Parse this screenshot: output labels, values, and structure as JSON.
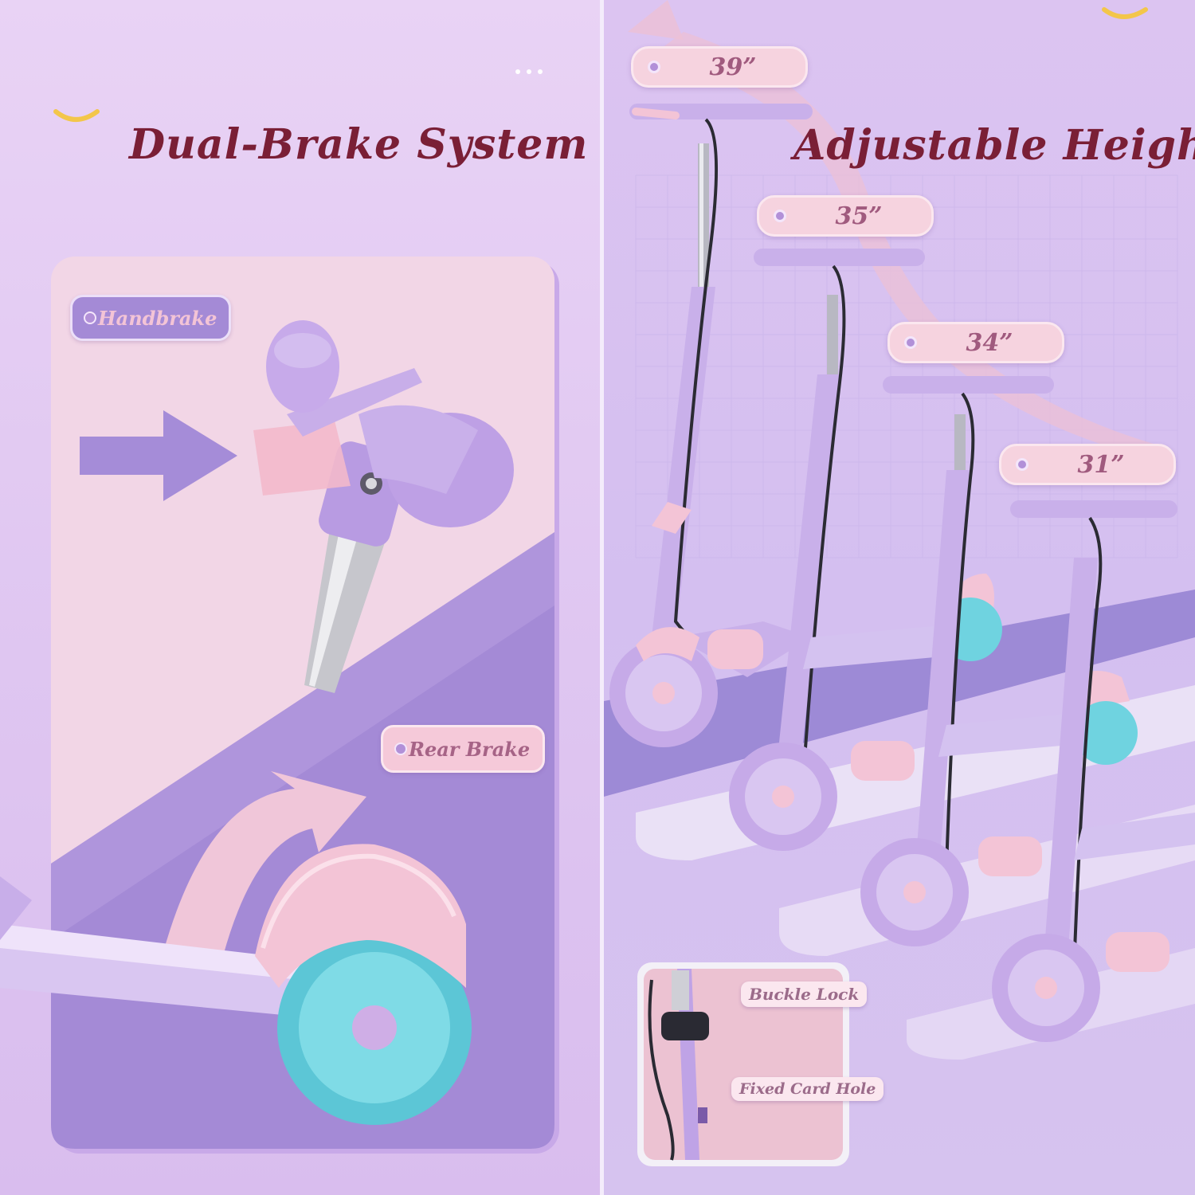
{
  "left_panel": {
    "title": "Dual-Brake System",
    "labels": {
      "handbrake": "Handbrake",
      "rear_brake": "Rear Brake"
    }
  },
  "right_panel": {
    "title": "Adjustable Height",
    "heights": [
      "39”",
      "35”",
      "34”",
      "31”"
    ],
    "inset_labels": {
      "buckle_lock": "Buckle Lock",
      "fixed_card_hole": "Fixed Card Hole"
    }
  },
  "colors": {
    "title": "#7a1f36",
    "scooter_purple": "#c9b0ea",
    "scooter_pink": "#f3c4d6",
    "wheel_teal": "#6fd3e0"
  }
}
